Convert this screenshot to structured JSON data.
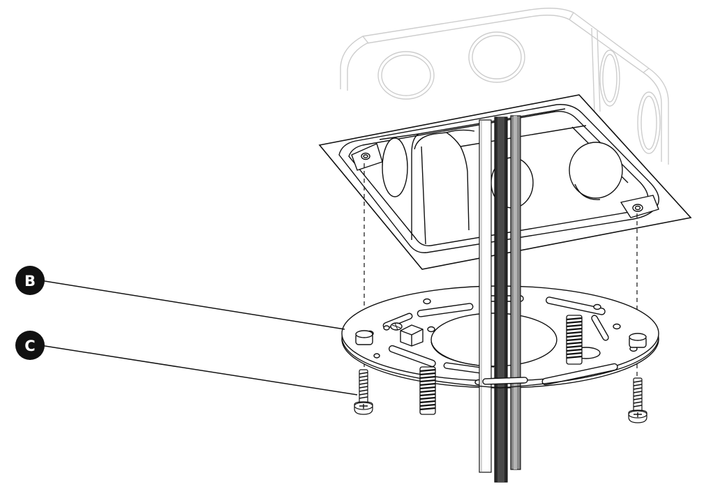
{
  "callouts": [
    {
      "id": "B",
      "label": "B"
    },
    {
      "id": "C",
      "label": "C"
    }
  ],
  "colors": {
    "ink": "#111111",
    "ghost": "#c9c9c9",
    "wire_black": "#2a2a2a",
    "wire_gray": "#8a8a8a",
    "wire_white": "#ffffff"
  }
}
